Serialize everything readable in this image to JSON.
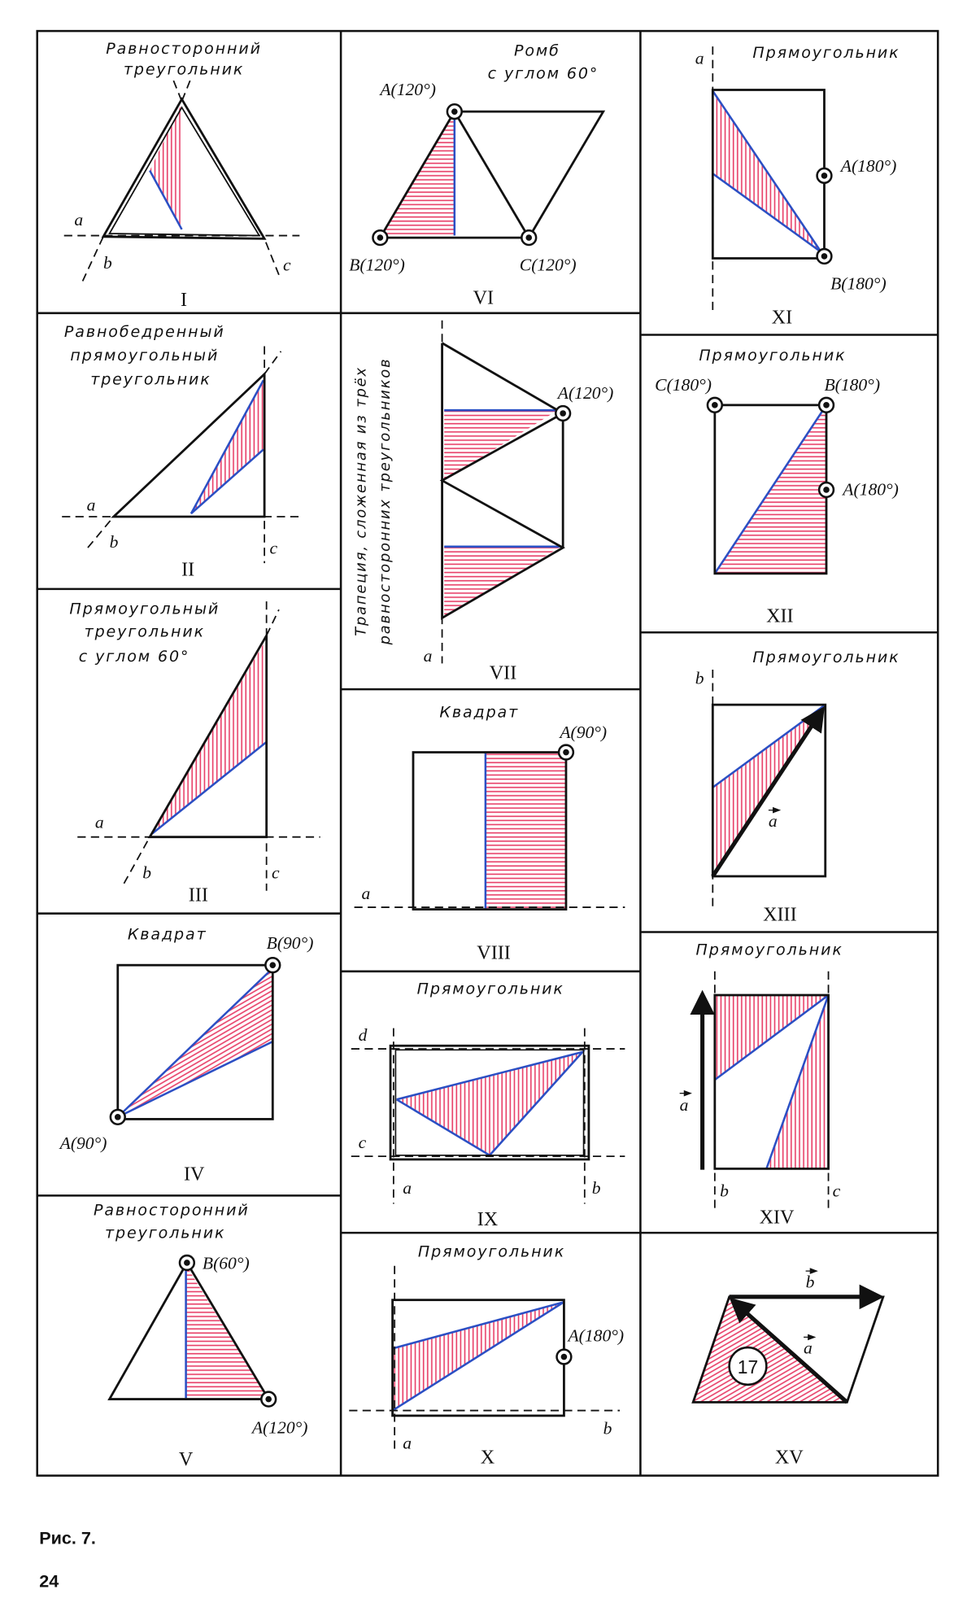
{
  "colors": {
    "hatch": "#e8426a",
    "edge_blue": "#2b4fc4",
    "ink": "#111111"
  },
  "panels": {
    "I": {
      "numeral": "I",
      "title": [
        "Равносторонний",
        "треугольник"
      ],
      "labels": {
        "a": "a",
        "b": "b",
        "c": "c"
      }
    },
    "II": {
      "numeral": "II",
      "title": [
        "Равнобедренный",
        "прямоугольный",
        "треугольник"
      ],
      "labels": {
        "a": "a",
        "b": "b",
        "c": "c"
      }
    },
    "III": {
      "numeral": "III",
      "title": [
        "Прямоугольный",
        "треугольник",
        "с углом 60°"
      ],
      "labels": {
        "a": "a",
        "b": "b",
        "c": "c"
      }
    },
    "IV": {
      "numeral": "IV",
      "title": [
        "Квадрат"
      ],
      "labels": {
        "A": "A(90°)",
        "B": "B(90°)"
      }
    },
    "V": {
      "numeral": "V",
      "title": [
        "Равносторонний",
        "треугольник"
      ],
      "labels": {
        "A": "A(120°)",
        "B": "B(60°)"
      }
    },
    "VI": {
      "numeral": "VI",
      "title": [
        "Ромб",
        "с углом 60°"
      ],
      "labels": {
        "A": "A(120°)",
        "B": "B(120°)",
        "C": "C(120°)"
      }
    },
    "VII": {
      "numeral": "VII",
      "title": [
        "Трапеция, сложенная из трёх",
        "равносторонних треугольников"
      ],
      "labels": {
        "A": "A(120°)",
        "a": "a"
      }
    },
    "VIII": {
      "numeral": "VIII",
      "title": [
        "Квадрат"
      ],
      "labels": {
        "A": "A(90°)",
        "a": "a"
      }
    },
    "IX": {
      "numeral": "IX",
      "title": [
        "Прямоугольник"
      ],
      "labels": {
        "a": "a",
        "b": "b",
        "c": "c",
        "d": "d"
      }
    },
    "X": {
      "numeral": "X",
      "title": [
        "Прямоугольник"
      ],
      "labels": {
        "A": "A(180°)",
        "a": "a",
        "b": "b"
      }
    },
    "XI": {
      "numeral": "XI",
      "title": [
        "Прямоугольник"
      ],
      "labels": {
        "A": "A(180°)",
        "B": "B(180°)",
        "a": "a"
      }
    },
    "XII": {
      "numeral": "XII",
      "title": [
        "Прямоугольник"
      ],
      "labels": {
        "A": "A(180°)",
        "B": "B(180°)",
        "C": "C(180°)"
      }
    },
    "XIII": {
      "numeral": "XIII",
      "title": [
        "Прямоугольник"
      ],
      "labels": {
        "b": "b",
        "vec_a": "a"
      }
    },
    "XIV": {
      "numeral": "XIV",
      "title": [
        "Прямоугольник"
      ],
      "labels": {
        "b": "b",
        "c": "c",
        "vec_a": "a"
      }
    },
    "XV": {
      "numeral": "XV",
      "title": [],
      "labels": {
        "vec_a": "a",
        "vec_b": "b",
        "badge": "17"
      }
    }
  },
  "caption": "Рис. 7.",
  "page_number": "24"
}
